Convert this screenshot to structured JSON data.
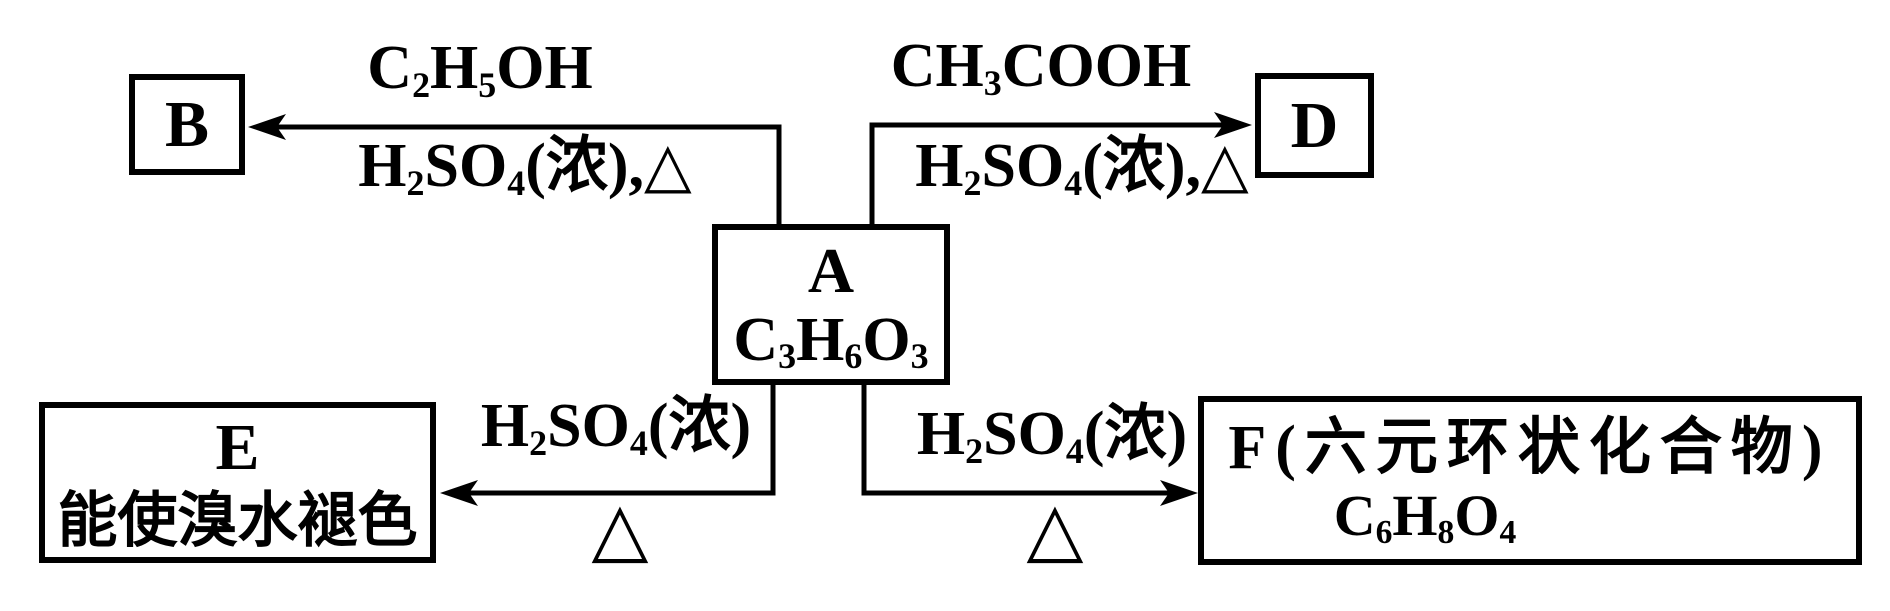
{
  "diagram": {
    "background_color": "#ffffff",
    "line_color": "#000000",
    "boxes": {
      "a": {
        "line1": "A",
        "line2": "C3H6O3"
      },
      "b": {
        "label": "B"
      },
      "d": {
        "label": "D"
      },
      "e": {
        "line1": "E",
        "line2": "能使溴水褪色"
      },
      "f": {
        "line1": "F(六元环状化合物)",
        "line2": "C6H8O4"
      }
    },
    "arrows": {
      "to_b": {
        "above": "C2H5OH",
        "below": "H2SO4(浓),△"
      },
      "to_d": {
        "above": "CH3COOH",
        "below": "H2SO4(浓),△"
      },
      "to_e": {
        "above": "H2SO4(浓)",
        "below": "△"
      },
      "to_f": {
        "above": "H2SO4(浓)",
        "below": "△"
      }
    }
  }
}
